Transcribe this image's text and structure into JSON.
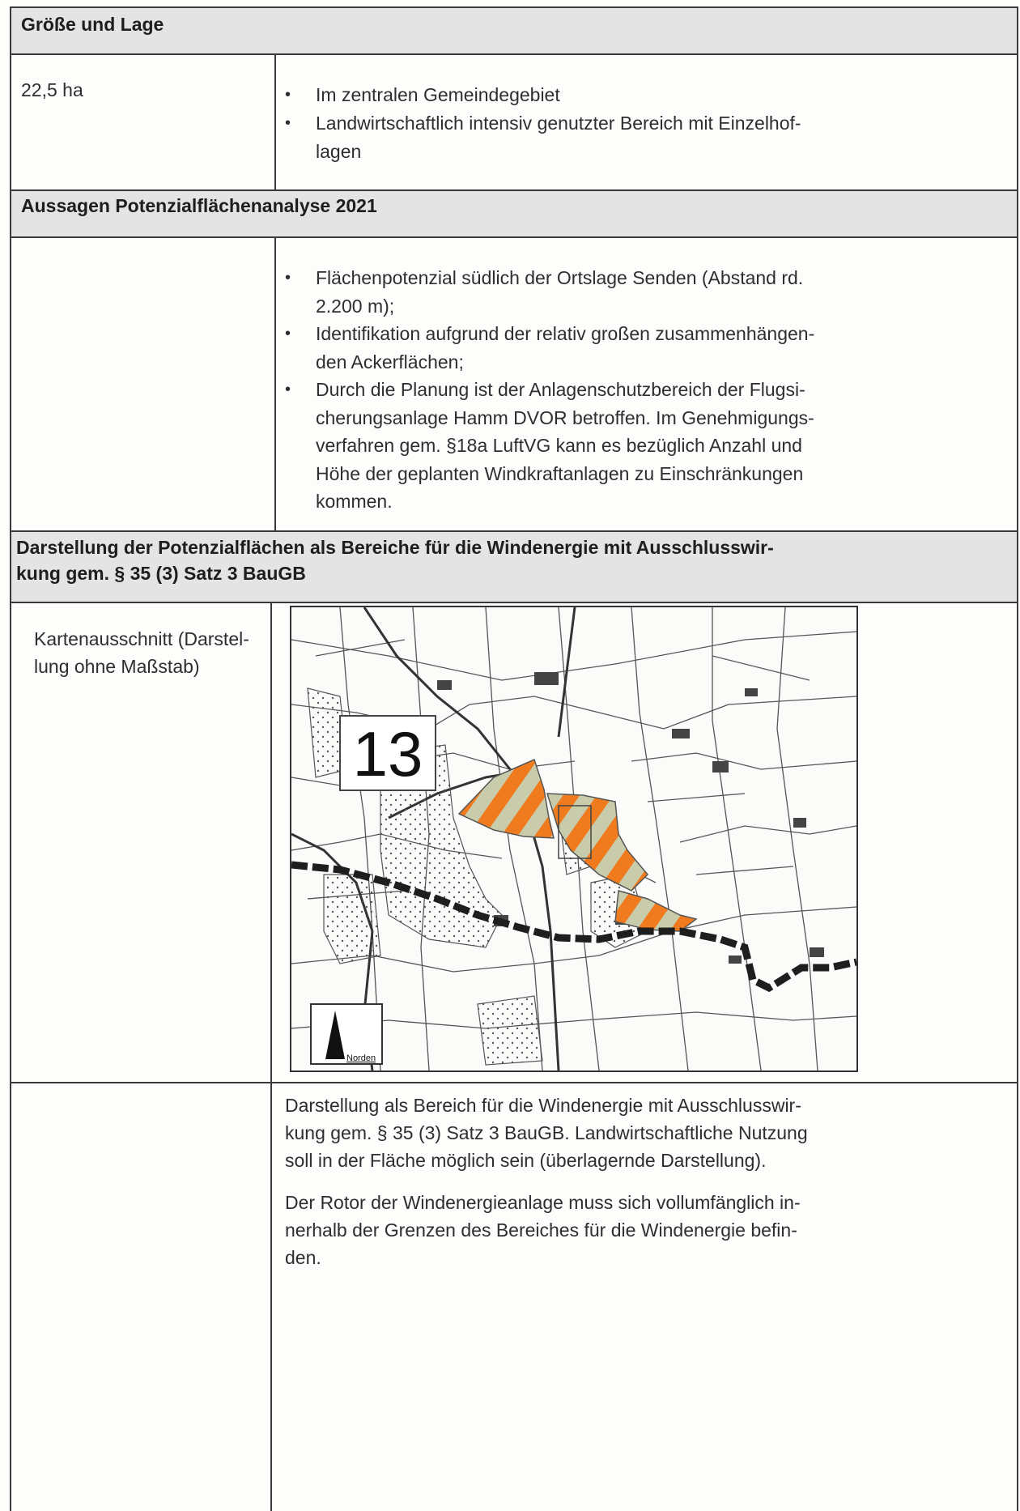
{
  "sections": {
    "groesse": {
      "title": "Größe und Lage"
    },
    "aussagen": {
      "title": "Aussagen Potenzialflächenanalyse 2021"
    },
    "darstellung": {
      "title_line1": "Darstellung der Potenzialflächen als Bereiche für die Windenergie mit Ausschlusswir-",
      "title_line2": "kung gem. § 35 (3) Satz 3 BauGB"
    }
  },
  "groesse_row": {
    "area": "22,5 ha",
    "bullets": [
      "Im zentralen Gemeindegebiet",
      "Landwirtschaftlich intensiv genutzter Bereich mit Einzelhof-lagen"
    ],
    "bullet2_line1": "Landwirtschaftlich intensiv genutzter Bereich mit Einzelhof-",
    "bullet2_line2": "lagen"
  },
  "aussagen_row": {
    "bullets": [
      [
        "Flächenpotenzial südlich der Ortslage Senden (Abstand rd.",
        "2.200 m);"
      ],
      [
        "Identifikation aufgrund der relativ großen zusammenhängen-",
        "den Ackerflächen;"
      ],
      [
        "Durch die Planung ist der Anlagenschutzbereich der Flugsi-",
        "cherungsanlage Hamm DVOR betroffen. Im Genehmigungs-",
        "verfahren gem. §18a LuftVG kann es bezüglich Anzahl und",
        "Höhe der geplanten Windkraftanlagen zu Einschränkungen",
        "kommen."
      ]
    ]
  },
  "map_row": {
    "label_line1": "Kartenausschnitt (Darstel-",
    "label_line2": "lung ohne Maßstab)",
    "area_number": "13",
    "north_label": "Norden"
  },
  "text_row": {
    "para1": [
      "Darstellung als Bereich für die Windenergie mit Ausschlusswir-",
      "kung gem. § 35 (3) Satz 3 BauGB. Landwirtschaftliche Nutzung",
      "soll in der Fläche möglich sein (überlagernde Darstellung)."
    ],
    "para2": [
      "Der Rotor der Windenergieanlage muss sich vollumfänglich in-",
      "nerhalb der Grenzen des Bereiches für die Windenergie befin-",
      "den."
    ]
  },
  "colors": {
    "section_bg": "#e4e4e4",
    "hatch_orange": "#f07a1e",
    "hatch_green": "#c9ccab",
    "line": "#3a3a3a"
  }
}
